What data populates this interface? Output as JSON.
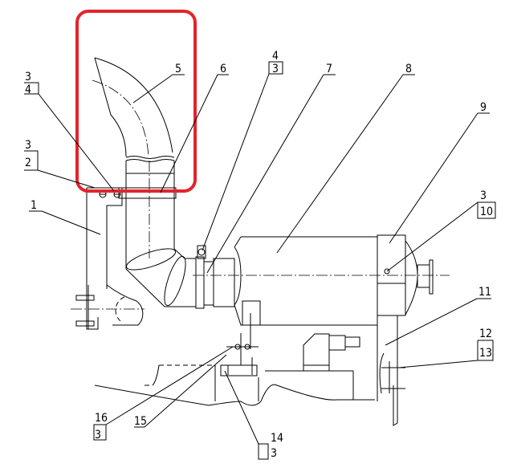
{
  "drawing": {
    "highlight_color": "#e3242b",
    "callouts": [
      {
        "id": "c-3-4",
        "top": "3",
        "bottom": "4"
      },
      {
        "id": "c-5",
        "top": "5"
      },
      {
        "id": "c-6",
        "top": "6"
      },
      {
        "id": "c-4-3",
        "top": "4",
        "bottom": "3"
      },
      {
        "id": "c-7",
        "top": "7"
      },
      {
        "id": "c-8",
        "top": "8"
      },
      {
        "id": "c-9",
        "top": "9"
      },
      {
        "id": "c-3-10",
        "top": "3",
        "bottom": "10"
      },
      {
        "id": "c-3-2",
        "top": "3",
        "bottom": "2"
      },
      {
        "id": "c-1",
        "top": "1"
      },
      {
        "id": "c-11",
        "top": "11"
      },
      {
        "id": "c-12-13",
        "top": "12",
        "bottom": "13"
      },
      {
        "id": "c-16-3",
        "top": "16",
        "bottom": "3"
      },
      {
        "id": "c-15",
        "top": "15"
      },
      {
        "id": "c-14-3",
        "top": "14",
        "bottom": "3"
      }
    ]
  }
}
